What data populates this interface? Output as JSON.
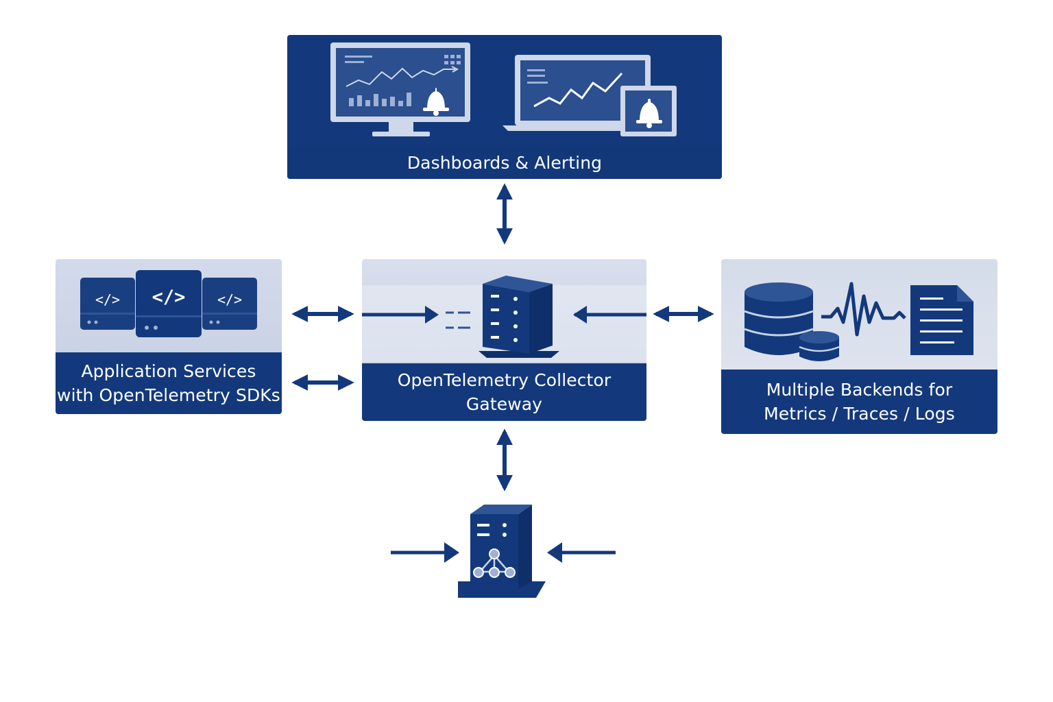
{
  "diagram": {
    "dashboards": {
      "label": "Dashboards & Alerting"
    },
    "app_services": {
      "label_lines": [
        "Application Services",
        "with OpenTelemetry SDKs"
      ]
    },
    "collector": {
      "label_lines": [
        "OpenTelemetry Collector",
        "Gateway"
      ]
    },
    "backends": {
      "label_lines": [
        "Multiple Backends for",
        "Metrics / Traces / Logs"
      ]
    }
  },
  "colors": {
    "navy": "#13397c",
    "navy_dark": "#0f2f6a",
    "panel_light": "#d3daea",
    "icon_light": "#c9d3e6"
  },
  "icons": {
    "dashboard_monitor": "monitor-chart-icon",
    "laptop": "laptop-chart-icon",
    "bell": "bell-icon",
    "code_box": "code-icon",
    "server": "server-icon",
    "database": "database-icon",
    "waveform": "waveform-icon",
    "document": "document-icon",
    "agent": "network-agent-icon"
  }
}
